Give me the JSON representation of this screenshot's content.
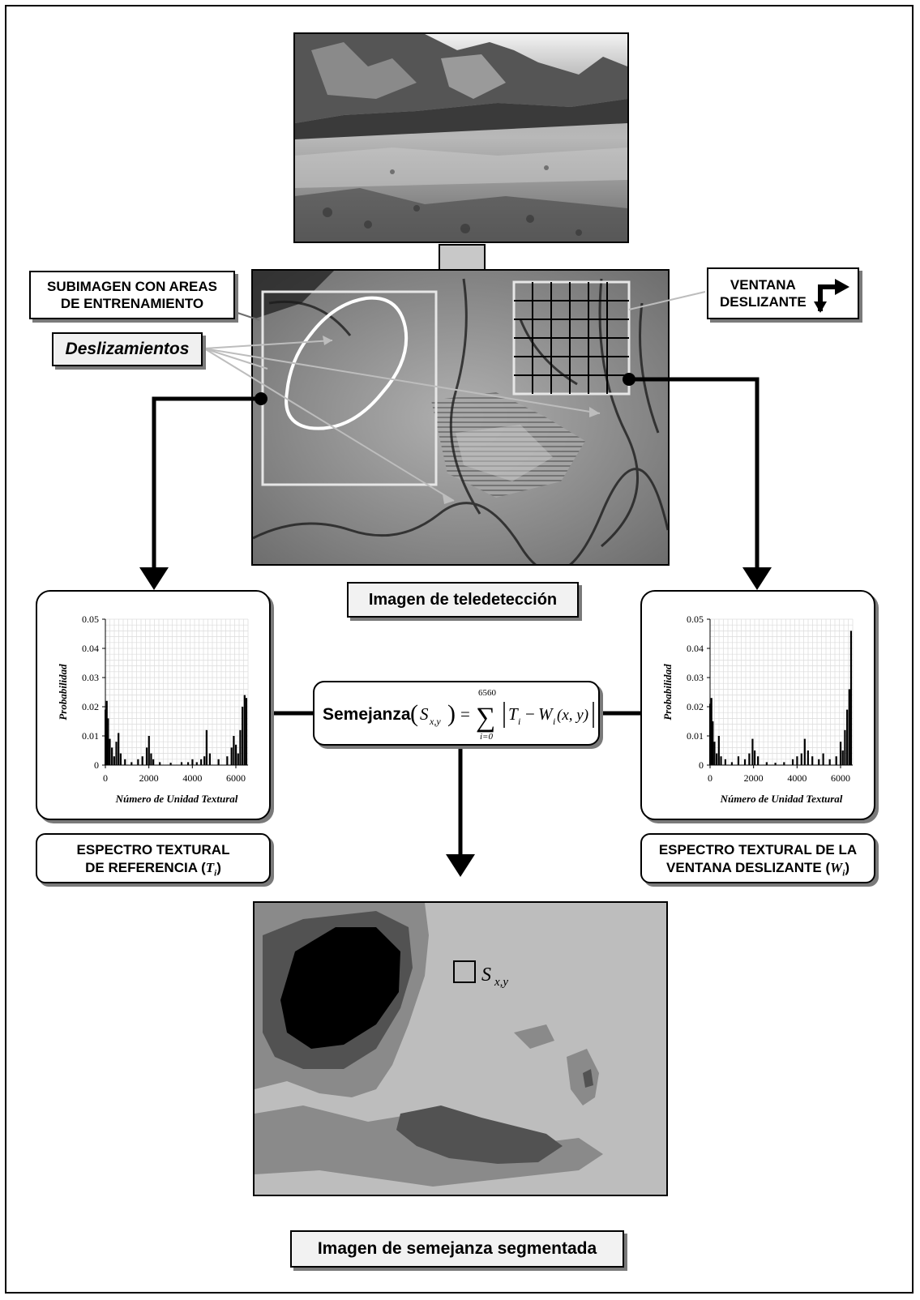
{
  "labels": {
    "subimagen": "SUBIMAGEN CON AREAS\nDE ENTRENAMIENTO",
    "ventana": "VENTANA\nDESLIZANTE",
    "deslizamientos": "Deslizamientos",
    "imagen_teledeteccion": "Imagen de teledetección",
    "espectro_ref_line1": "ESPECTRO TEXTURAL",
    "espectro_ref_line2": "DE REFERENCIA (",
    "espectro_ref_var": "T",
    "espectro_ref_sub": "i",
    "espectro_ref_close": ")",
    "espectro_win_line1": "ESPECTRO TEXTURAL DE LA",
    "espectro_win_line2": "VENTANA DESLIZANTE (",
    "espectro_win_var": "W",
    "espectro_win_sub": "i",
    "espectro_win_close": ")",
    "imagen_semejanza": "Imagen de semejanza segmentada",
    "sxy_label": "S",
    "sxy_sub": "x,y"
  },
  "formula": {
    "word": "Semejanza",
    "lhs_var": "S",
    "lhs_sub": "x,y",
    "sum_upper": "6560",
    "sum_lower": "i=0",
    "term_T": "T",
    "term_W": "W",
    "term_i": "i",
    "args": "(x, y)"
  },
  "colors": {
    "shadow": "#7a7a7a",
    "arrow_fill": "#c8c8c8",
    "outline": "#e6e6e6",
    "seg_light": "#bdbdbd",
    "seg_mid": "#8a8a8a",
    "seg_dark": "#525252",
    "seg_black": "#000000"
  },
  "chart_data": [
    {
      "type": "bar",
      "name": "reference",
      "xlabel": "Número de Unidad Textural",
      "ylabel": "Probabilidad",
      "xlim": [
        0,
        6560
      ],
      "ylim": [
        0,
        0.05
      ],
      "xticks": [
        "0",
        "2000",
        "4000",
        "6000"
      ],
      "yticks": [
        "0",
        "0.01",
        "0.02",
        "0.03",
        "0.04",
        "0.05"
      ],
      "x": [
        0,
        60,
        120,
        200,
        300,
        400,
        500,
        600,
        700,
        900,
        1200,
        1500,
        1700,
        1900,
        2000,
        2100,
        2200,
        2500,
        3000,
        3500,
        3800,
        4000,
        4200,
        4400,
        4550,
        4650,
        4800,
        5200,
        5600,
        5800,
        5900,
        6000,
        6100,
        6200,
        6300,
        6400,
        6480
      ],
      "values": [
        0.019,
        0.022,
        0.016,
        0.009,
        0.006,
        0.003,
        0.008,
        0.011,
        0.004,
        0.002,
        0.001,
        0.002,
        0.003,
        0.006,
        0.01,
        0.004,
        0.002,
        0.001,
        0.0008,
        0.001,
        0.001,
        0.002,
        0.001,
        0.002,
        0.003,
        0.012,
        0.004,
        0.002,
        0.003,
        0.006,
        0.01,
        0.007,
        0.004,
        0.012,
        0.02,
        0.024,
        0.023
      ]
    },
    {
      "type": "bar",
      "name": "window",
      "xlabel": "Número de Unidad Textural",
      "ylabel": "Probabilidad",
      "xlim": [
        0,
        6560
      ],
      "ylim": [
        0,
        0.05
      ],
      "xticks": [
        "0",
        "2000",
        "4000",
        "6000"
      ],
      "yticks": [
        "0",
        "0.01",
        "0.02",
        "0.03",
        "0.04",
        "0.05"
      ],
      "x": [
        0,
        60,
        120,
        200,
        300,
        400,
        500,
        700,
        1000,
        1300,
        1600,
        1800,
        1950,
        2050,
        2200,
        2600,
        3000,
        3400,
        3800,
        4000,
        4200,
        4350,
        4500,
        4700,
        5000,
        5200,
        5500,
        5800,
        6000,
        6100,
        6200,
        6300,
        6400,
        6480
      ],
      "values": [
        0.021,
        0.023,
        0.015,
        0.008,
        0.004,
        0.01,
        0.003,
        0.002,
        0.001,
        0.003,
        0.002,
        0.004,
        0.009,
        0.005,
        0.003,
        0.001,
        0.0008,
        0.001,
        0.002,
        0.003,
        0.004,
        0.009,
        0.005,
        0.003,
        0.002,
        0.004,
        0.002,
        0.003,
        0.008,
        0.005,
        0.012,
        0.019,
        0.026,
        0.046
      ]
    }
  ]
}
